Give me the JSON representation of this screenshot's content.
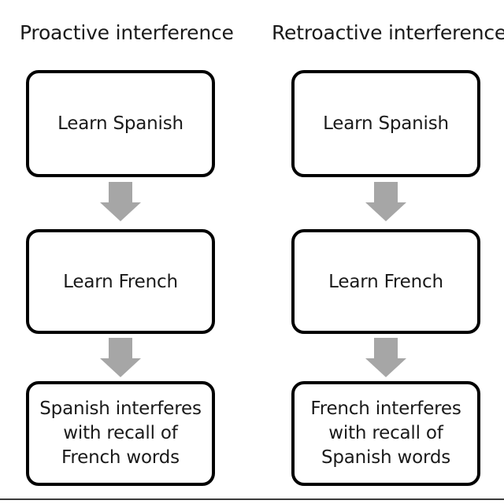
{
  "figure": {
    "background_color": "#ffffff",
    "box_border_color": "#000000",
    "arrow_color": "#a6a6a6",
    "text_color": "#1a1a1a",
    "rule_color": "#3c3c3c"
  },
  "columns": [
    {
      "id": "proactive",
      "title": "Proactive interference",
      "steps": [
        {
          "id": "learn-spanish",
          "label": "Learn Spanish"
        },
        {
          "id": "learn-french",
          "label": "Learn French"
        },
        {
          "id": "outcome",
          "label": "Spanish interferes\nwith recall of\nFrench words"
        }
      ],
      "arrows": [
        {
          "id": "arrow-1",
          "direction": "down",
          "icon": "down-arrow-icon"
        },
        {
          "id": "arrow-2",
          "direction": "down",
          "icon": "down-arrow-icon"
        }
      ]
    },
    {
      "id": "retroactive",
      "title": "Retroactive interference",
      "steps": [
        {
          "id": "learn-spanish",
          "label": "Learn Spanish"
        },
        {
          "id": "learn-french",
          "label": "Learn French"
        },
        {
          "id": "outcome",
          "label": "French interferes\nwith recall of\nSpanish words"
        }
      ],
      "arrows": [
        {
          "id": "arrow-1",
          "direction": "down",
          "icon": "down-arrow-icon"
        },
        {
          "id": "arrow-2",
          "direction": "down",
          "icon": "down-arrow-icon"
        }
      ]
    }
  ]
}
